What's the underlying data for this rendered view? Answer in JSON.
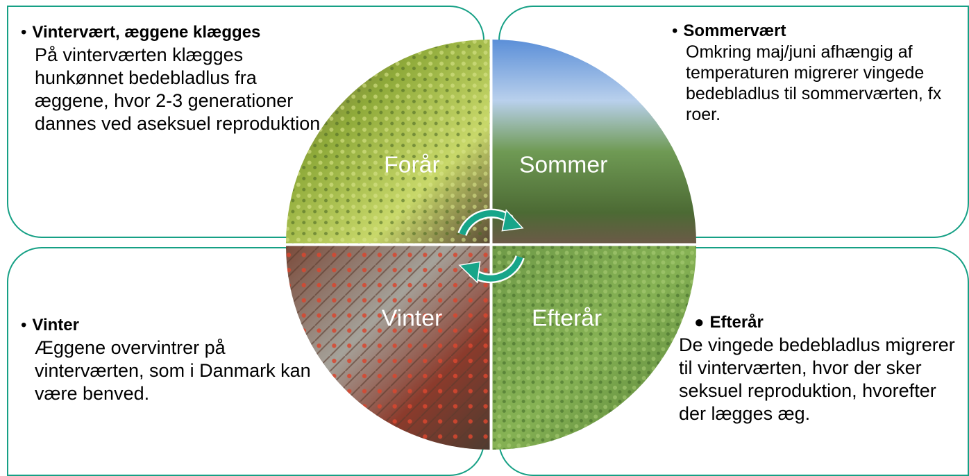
{
  "quadrants": {
    "spring": {
      "label": "Forår",
      "heading": "Vintervært, æggene klægges",
      "text": "På vinterværten klægges hunkønnet bedebladlus fra æggene, hvor 2-3 generationer dannes ved aseksuel reproduktion."
    },
    "summer": {
      "label": "Sommer",
      "heading": "Sommervært",
      "text": "Omkring maj/juni afhængig af temperaturen migrerer vingede bedebladlus til sommerværten, fx roer."
    },
    "winter": {
      "label": "Vinter",
      "heading": "Vinter",
      "text": "Æggene overvintrer på vinterværten, som i Danmark kan være benved."
    },
    "autumn": {
      "label": "Efterår",
      "heading": "Efterår",
      "text": "De vingede bedebladlus migrerer til vinterværten, hvor der sker seksuel reproduktion, hvorefter der lægges æg."
    }
  },
  "colors": {
    "accent": "#16a085",
    "arrow": "#17a589"
  },
  "icons": {
    "bullet": "•",
    "bullet_round": "●"
  }
}
